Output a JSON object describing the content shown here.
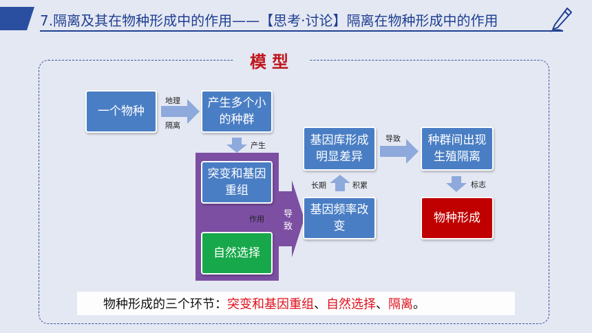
{
  "header": {
    "title": "7.隔离及其在物种形成中的作用——【思考·讨论】隔离在物种形成中的作用"
  },
  "section_title": "模型",
  "boxes": {
    "one_species": "一个物种",
    "many_populations": "产生多个小的种群",
    "mutation": "突变和基因重组",
    "selection": "自然选择",
    "freq_change": "基因频率改变",
    "pool_diff": "基因库形成明显差异",
    "repro_isolation": "种群间出现生殖隔离",
    "new_species": "物种形成"
  },
  "labels": {
    "geo_1": "地理",
    "geo_2": "隔离",
    "produce": "产生",
    "act": "作用",
    "lead_1": "导",
    "lead_2": "致",
    "long_term": "长期",
    "accumulate": "积累",
    "lead_to": "导致",
    "marker": "标志"
  },
  "summary": {
    "prefix": "物种形成的三个环节：",
    "item1": "突变和基因重组",
    "sep1": "、",
    "item2": "自然选择",
    "sep2": "、",
    "item3": "隔离",
    "end": "。"
  },
  "colors": {
    "box_blue": "#4a7ec4",
    "box_red": "#c00000",
    "box_green": "#17a84b",
    "panel_purple": "#7c4fa3",
    "arrow": "#8ea9db",
    "highlight": "#e0101c"
  }
}
